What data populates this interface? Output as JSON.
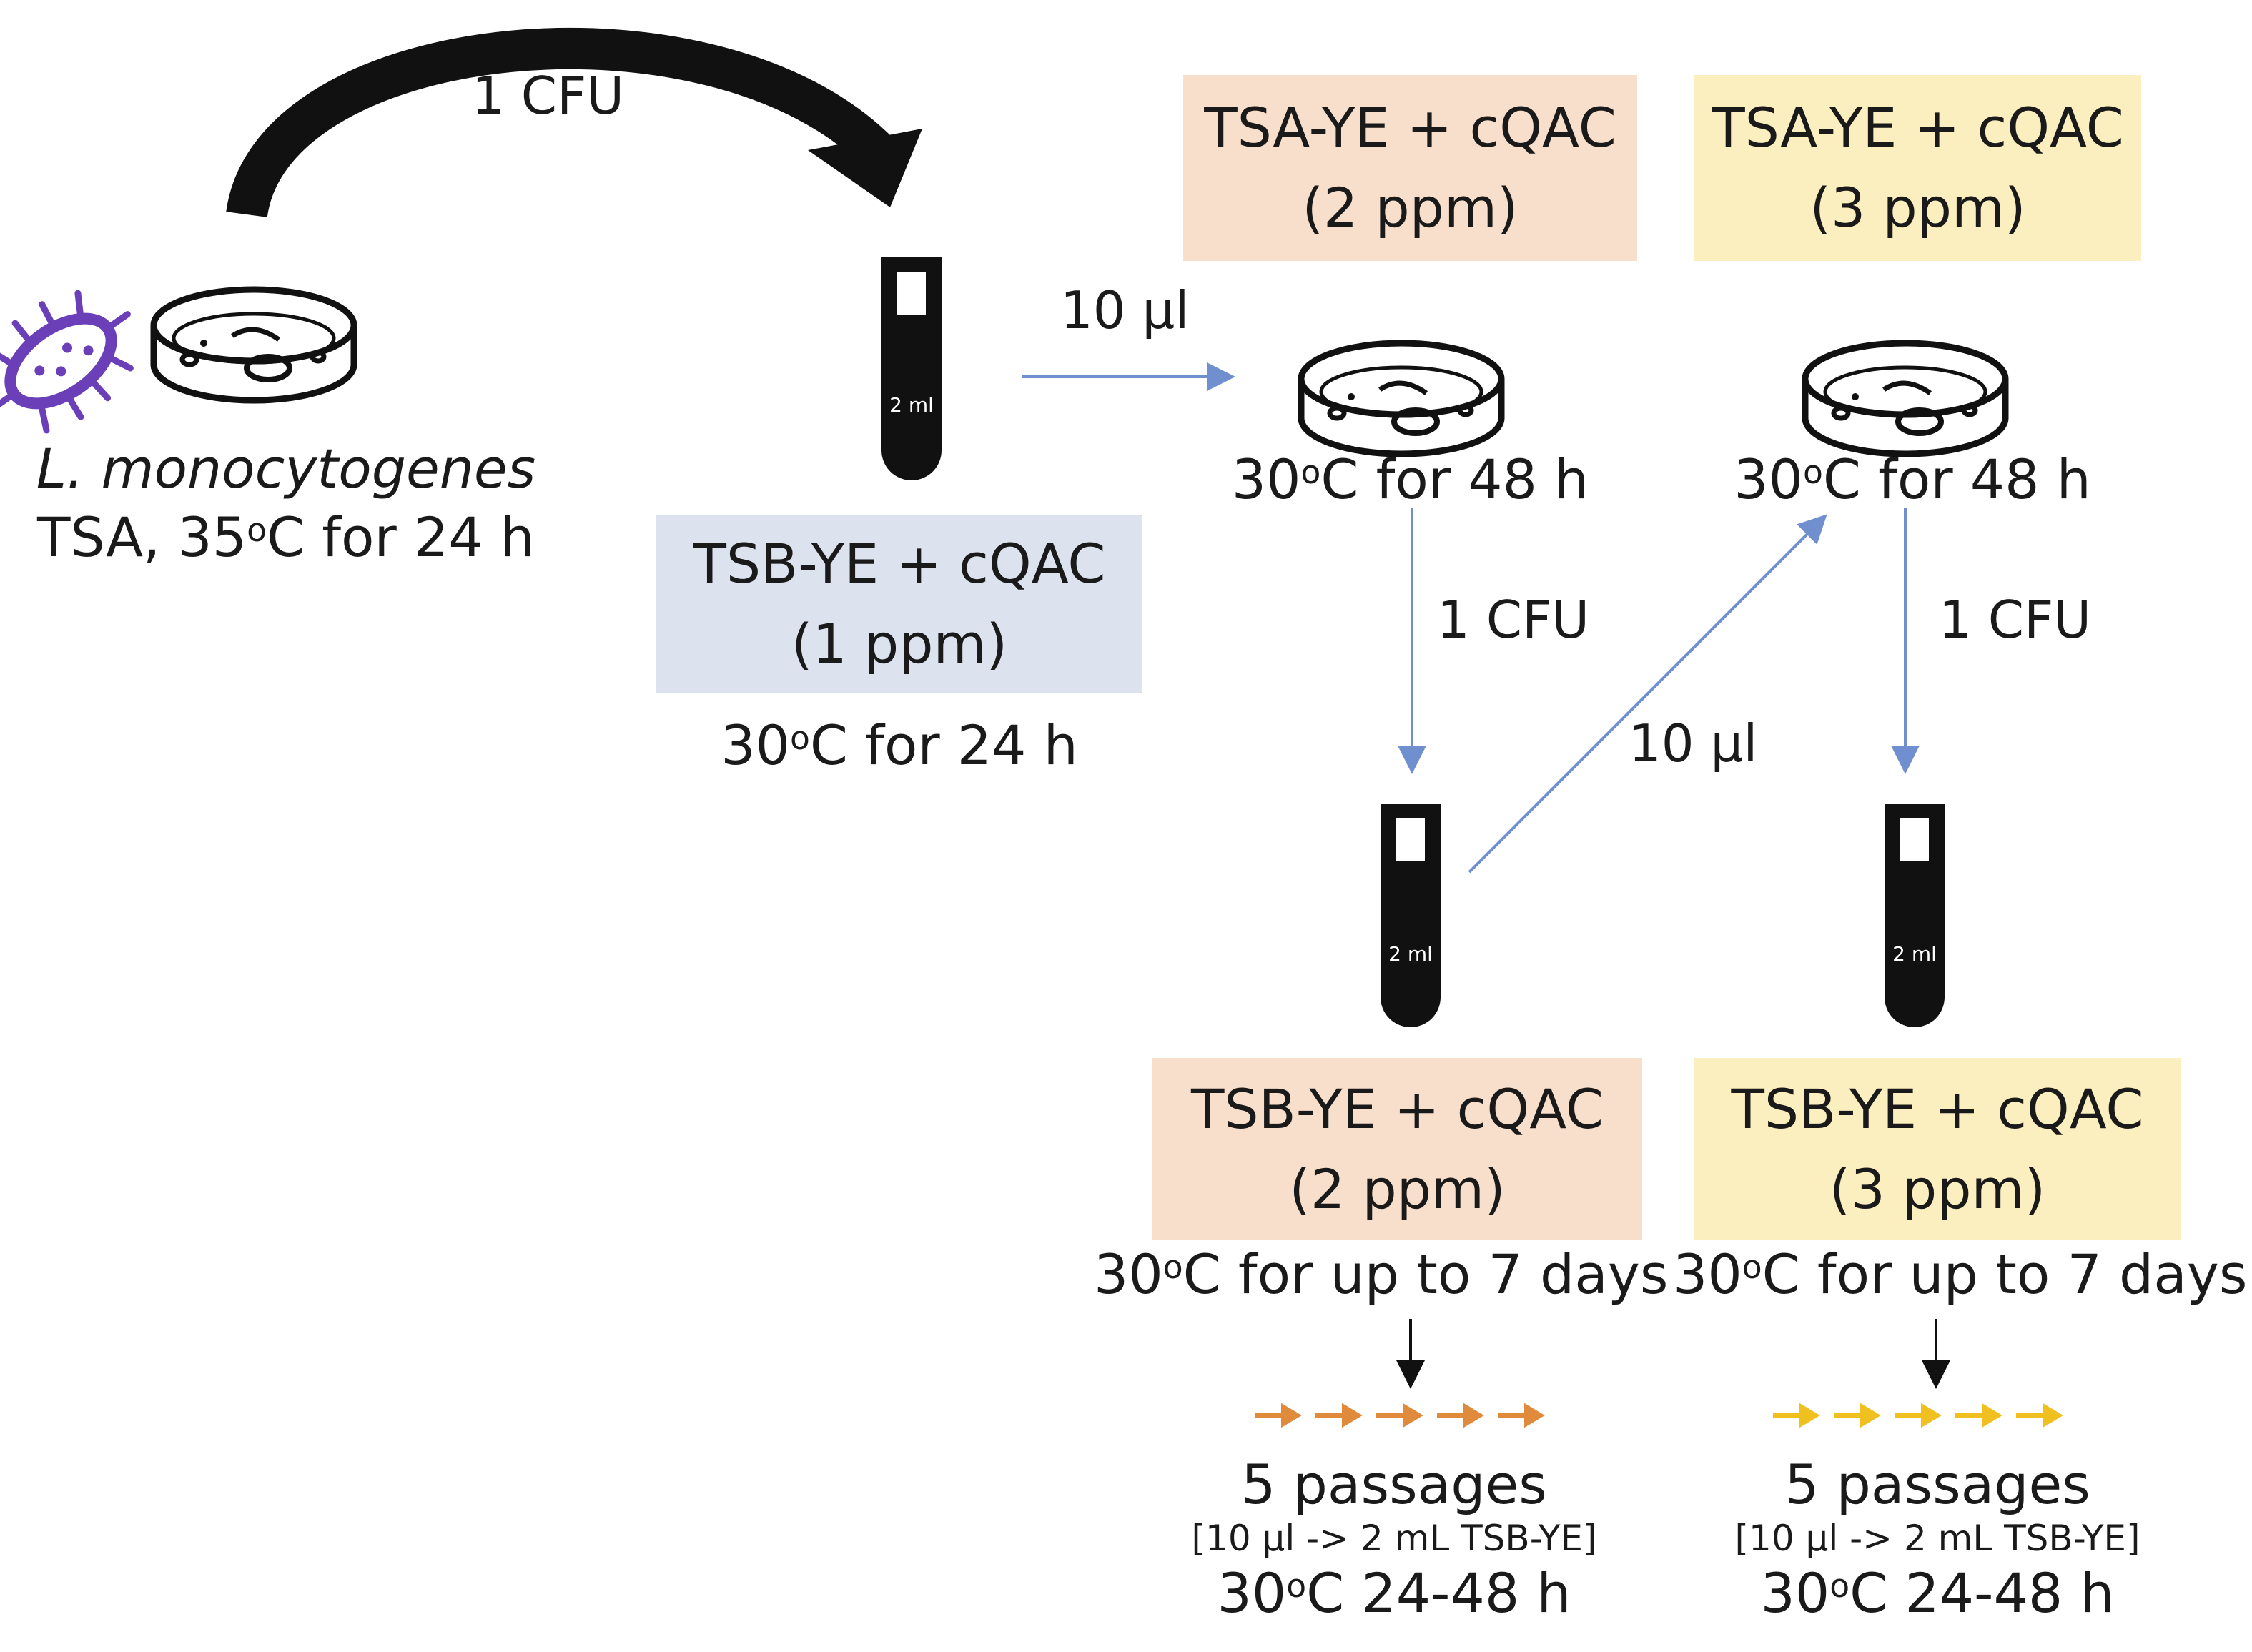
{
  "top_arrow_label": "1 CFU",
  "source": {
    "organism": "L. monocytogenes",
    "condition_prefix": "TSA, 35",
    "condition_sup": "o",
    "condition_suffix": "C for 24 h"
  },
  "stage1": {
    "tube_label": "2 ml",
    "box_line1": "TSB-YE + cQAC",
    "box_line2": "(1 ppm)",
    "temp_prefix": "30",
    "temp_sup": "o",
    "temp_suffix": "C for 24 h",
    "transfer_label": "10 µl"
  },
  "plate_2ppm": {
    "box_line1": "TSA-YE + cQAC",
    "box_line2": "(2 ppm)",
    "temp_prefix": "30",
    "temp_sup": "o",
    "temp_suffix": "C for 48 h",
    "down_label": "1 CFU"
  },
  "plate_3ppm": {
    "box_line1": "TSA-YE + cQAC",
    "box_line2": "(3 ppm)",
    "temp_prefix": "30",
    "temp_sup": "o",
    "temp_suffix": "C for 48 h",
    "down_label": "1 CFU"
  },
  "diagonal_label": "10 µl",
  "broth_2ppm": {
    "tube_label": "2 ml",
    "box_line1": "TSB-YE + cQAC",
    "box_line2": "(2 ppm)",
    "temp_prefix": "30",
    "temp_sup": "o",
    "temp_suffix": "C for up to 7 days",
    "passages": "5 passages",
    "passage_detail": "[10 µl -> 2 mL TSB-YE]",
    "passage_temp_prefix": "30",
    "passage_temp_sup": "o",
    "passage_temp_suffix": "C 24-48 h"
  },
  "broth_3ppm": {
    "tube_label": "2 ml",
    "box_line1": "TSB-YE + cQAC",
    "box_line2": "(3 ppm)",
    "temp_prefix": "30",
    "temp_sup": "o",
    "temp_suffix": "C for up to 7 days",
    "passages": "5 passages",
    "passage_detail": "[10 µl -> 2 mL TSB-YE]",
    "passage_temp_prefix": "30",
    "passage_temp_sup": "o",
    "passage_temp_suffix": "C 24-48 h"
  },
  "colors": {
    "peach_box": "#f8dfcc",
    "yellow_box": "#fbefc0",
    "blue_box": "#dde2ef",
    "arrow_blue": "#6f8fcf",
    "bacterium_purple": "#6a3fb8",
    "orange_arrows": "#e08a3c",
    "yellow_arrows": "#f0c020"
  },
  "icons": [
    "petri-dish-icon",
    "test-tube-icon",
    "bacterium-icon",
    "curved-arrow-icon"
  ]
}
